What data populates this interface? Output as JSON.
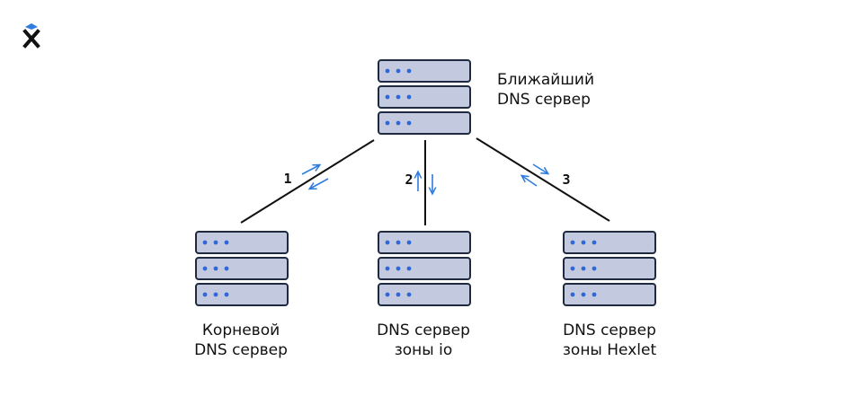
{
  "colors": {
    "server_fill": "#c3cadf",
    "server_stroke": "#1f2a40",
    "server_dot": "#2f67d8",
    "line": "#111111",
    "arrow": "#2f7de0",
    "logo_accent": "#2f7de0"
  },
  "logo": {
    "icon": "hexlet-logo-icon"
  },
  "servers": {
    "nearest": {
      "label_line1": "Ближайший",
      "label_line2": "DNS сервер"
    },
    "root": {
      "label_line1": "Корневой",
      "label_line2": "DNS сервер"
    },
    "io": {
      "label_line1": "DNS сервер",
      "label_line2": "зоны io"
    },
    "hexlet": {
      "label_line1": "DNS сервер",
      "label_line2": "зоны Hexlet"
    }
  },
  "steps": {
    "step1": "1",
    "step2": "2",
    "step3": "3"
  }
}
